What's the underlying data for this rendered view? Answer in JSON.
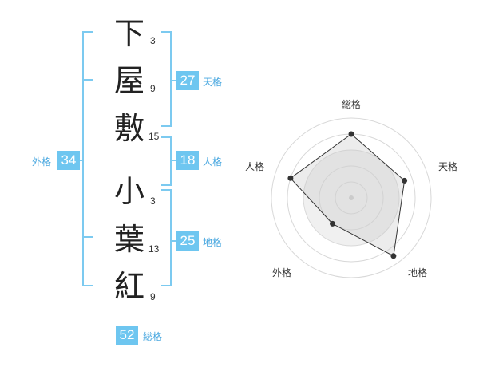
{
  "colors": {
    "accent": "#6ec6f0",
    "bracket": "#7ccaf0",
    "label": "#4aa8e0",
    "text": "#222222"
  },
  "name_chars": [
    {
      "char": "下",
      "strokes": "3"
    },
    {
      "char": "屋",
      "strokes": "9"
    },
    {
      "char": "敷",
      "strokes": "15"
    },
    {
      "char": "小",
      "strokes": "3"
    },
    {
      "char": "葉",
      "strokes": "13"
    },
    {
      "char": "紅",
      "strokes": "9"
    }
  ],
  "fortunes": {
    "tenkaku": {
      "value": "27",
      "label": "天格"
    },
    "jinkaku": {
      "value": "18",
      "label": "人格"
    },
    "chikaku": {
      "value": "25",
      "label": "地格"
    },
    "gaikaku": {
      "value": "34",
      "label": "外格"
    },
    "soukaku": {
      "value": "52",
      "label": "総格"
    }
  },
  "radar": {
    "axes": [
      "総格",
      "天格",
      "地格",
      "外格",
      "人格"
    ],
    "scores": [
      0.8,
      0.7,
      0.9,
      0.4,
      0.8
    ]
  }
}
